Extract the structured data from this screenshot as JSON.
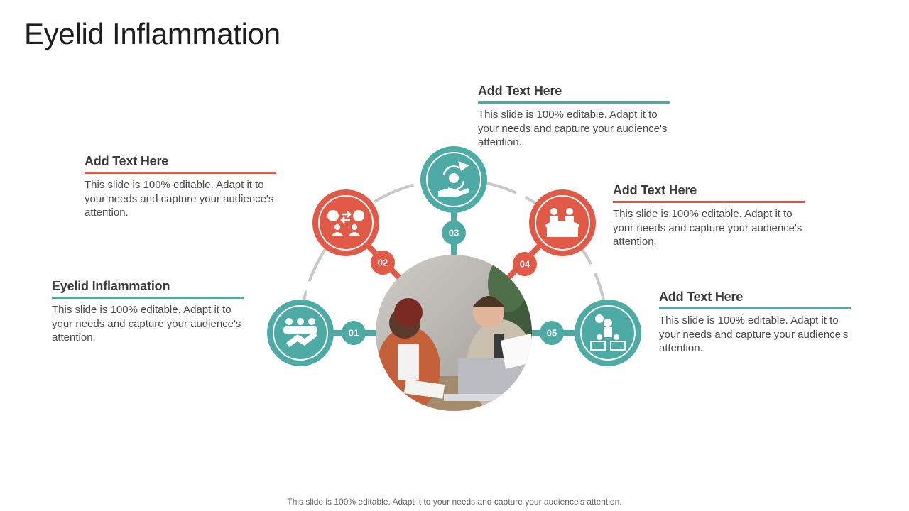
{
  "title": "Eyelid Inflammation",
  "footer": "This slide is 100% editable. Adapt it to your needs and capture your audience's attention.",
  "colors": {
    "teal": "#4eaaa5",
    "red": "#e15a47",
    "arc": "#c8c8c8"
  },
  "items": [
    {
      "number": "01",
      "heading": "Eyelid Inflammation",
      "body": "This slide is 100% editable. Adapt it to your needs and capture your audience's attention.",
      "icon": "handshake-team-icon"
    },
    {
      "number": "02",
      "heading": "Add Text Here",
      "body": "This slide is 100% editable. Adapt it to your needs and capture your audience's attention.",
      "icon": "exchange-people-money-icon"
    },
    {
      "number": "03",
      "heading": "Add Text Here",
      "body": "This slide is 100% editable. Adapt it to your needs and capture your audience's attention.",
      "icon": "hand-coin-cycle-icon"
    },
    {
      "number": "04",
      "heading": "Add Text Here",
      "body": "This slide is 100% editable. Adapt it to your needs and capture your audience's attention.",
      "icon": "meeting-table-icon"
    },
    {
      "number": "05",
      "heading": "Add Text Here",
      "body": "This slide is 100% editable. Adapt it to your needs and capture your audience's attention.",
      "icon": "presenter-audience-icon"
    }
  ]
}
